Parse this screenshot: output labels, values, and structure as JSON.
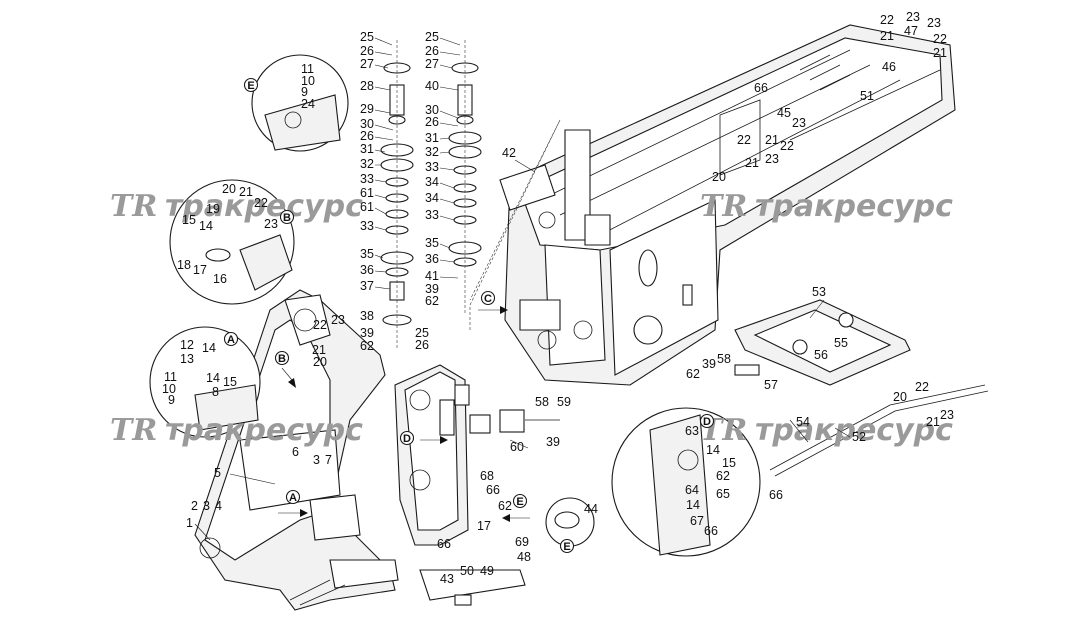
{
  "watermark": {
    "logo": "TR",
    "text": "тракресурс",
    "color": "#9a9a9a"
  },
  "detail_letters": [
    "A",
    "B",
    "C",
    "D",
    "E"
  ],
  "labels": {
    "n1": "1",
    "n2": "2",
    "n3": "3",
    "n4": "4",
    "n5": "5",
    "n6": "6",
    "n7": "7",
    "n8": "8",
    "n9": "9",
    "n10": "10",
    "n11": "11",
    "n12": "12",
    "n13": "13",
    "n14": "14",
    "n15": "15",
    "n16": "16",
    "n17": "17",
    "n18": "18",
    "n19": "19",
    "n20": "20",
    "n21": "21",
    "n22": "22",
    "n23": "23",
    "n24": "24",
    "n25": "25",
    "n26": "26",
    "n27": "27",
    "n28": "28",
    "n29": "29",
    "n30": "30",
    "n31": "31",
    "n32": "32",
    "n33": "33",
    "n34": "34",
    "n35": "35",
    "n36": "36",
    "n37": "37",
    "n38": "38",
    "n39": "39",
    "n40": "40",
    "n41": "41",
    "n42": "42",
    "n43": "43",
    "n44": "44",
    "n45": "45",
    "n46": "46",
    "n47": "47",
    "n48": "48",
    "n49": "49",
    "n50": "50",
    "n51": "51",
    "n52": "52",
    "n53": "53",
    "n54": "54",
    "n55": "55",
    "n56": "56",
    "n57": "57",
    "n58": "58",
    "n59": "59",
    "n60": "60",
    "n61": "61",
    "n62": "62",
    "n63": "63",
    "n64": "64",
    "n65": "65",
    "n66": "66",
    "n67": "67",
    "n68": "68",
    "n69": "69"
  }
}
